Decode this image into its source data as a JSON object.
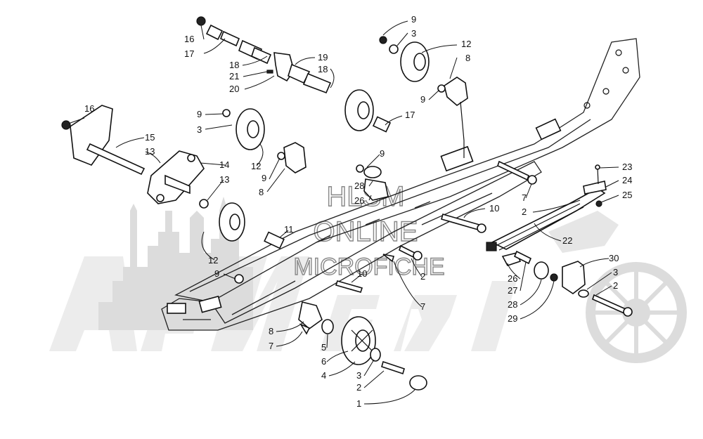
{
  "watermark": {
    "brand": "Arctic Cat",
    "line1": "HLSM",
    "line2": "ONLINE",
    "line3": "MICROFICHE"
  },
  "callouts": [
    {
      "id": "c1",
      "text": "16"
    },
    {
      "id": "c2",
      "text": "17"
    },
    {
      "id": "c3",
      "text": "18"
    },
    {
      "id": "c4",
      "text": "21"
    },
    {
      "id": "c5",
      "text": "20"
    },
    {
      "id": "c6",
      "text": "19"
    },
    {
      "id": "c7",
      "text": "18"
    },
    {
      "id": "c8",
      "text": "9"
    },
    {
      "id": "c9",
      "text": "3"
    },
    {
      "id": "c10",
      "text": "12"
    },
    {
      "id": "c11",
      "text": "8"
    },
    {
      "id": "c12",
      "text": "9"
    },
    {
      "id": "c13",
      "text": "17"
    },
    {
      "id": "c14",
      "text": "16"
    },
    {
      "id": "c15",
      "text": "9"
    },
    {
      "id": "c16",
      "text": "3"
    },
    {
      "id": "c17",
      "text": "15"
    },
    {
      "id": "c18",
      "text": "13"
    },
    {
      "id": "c19",
      "text": "14"
    },
    {
      "id": "c20",
      "text": "13"
    },
    {
      "id": "c21",
      "text": "12"
    },
    {
      "id": "c22",
      "text": "9"
    },
    {
      "id": "c23",
      "text": "8"
    },
    {
      "id": "c24",
      "text": "9"
    },
    {
      "id": "c25",
      "text": "28"
    },
    {
      "id": "c26",
      "text": "26"
    },
    {
      "id": "c27",
      "text": "7"
    },
    {
      "id": "c28",
      "text": "2"
    },
    {
      "id": "c29",
      "text": "10"
    },
    {
      "id": "c30",
      "text": "23"
    },
    {
      "id": "c31",
      "text": "24"
    },
    {
      "id": "c32",
      "text": "25"
    },
    {
      "id": "c33",
      "text": "22"
    },
    {
      "id": "c34",
      "text": "11"
    },
    {
      "id": "c35",
      "text": "12"
    },
    {
      "id": "c36",
      "text": "9"
    },
    {
      "id": "c37",
      "text": "10"
    },
    {
      "id": "c38",
      "text": "2"
    },
    {
      "id": "c39",
      "text": "7"
    },
    {
      "id": "c40",
      "text": "26"
    },
    {
      "id": "c41",
      "text": "27"
    },
    {
      "id": "c42",
      "text": "28"
    },
    {
      "id": "c43",
      "text": "29"
    },
    {
      "id": "c44",
      "text": "30"
    },
    {
      "id": "c45",
      "text": "3"
    },
    {
      "id": "c46",
      "text": "2"
    },
    {
      "id": "c47",
      "text": "8"
    },
    {
      "id": "c48",
      "text": "7"
    },
    {
      "id": "c49",
      "text": "5"
    },
    {
      "id": "c50",
      "text": "6"
    },
    {
      "id": "c51",
      "text": "4"
    },
    {
      "id": "c52",
      "text": "3"
    },
    {
      "id": "c53",
      "text": "2"
    },
    {
      "id": "c54",
      "text": "1"
    }
  ]
}
